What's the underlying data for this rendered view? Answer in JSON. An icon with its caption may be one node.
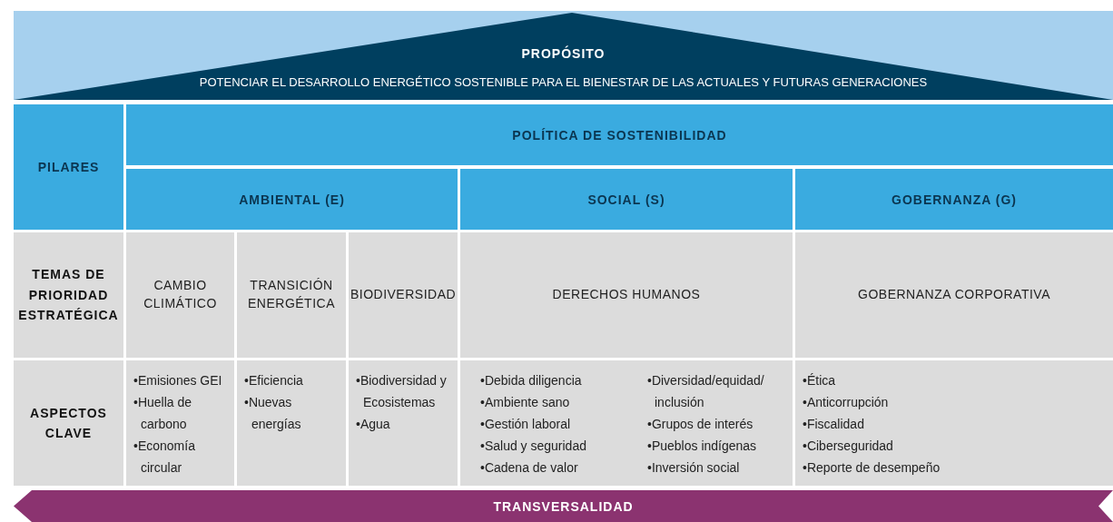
{
  "diagram": {
    "nodes": [
      {
        "text": [
          "PROPÓSITO",
          "POTENCIAR EL DESARROLLO ENERGÉTICO SOSTENIBLE PARA EL BIENESTAR DE LAS ACTUALES Y FUTURAS GENERACIONES"
        ]
      },
      {
        "text": [
          "PILARES"
        ]
      },
      {
        "text": [
          "POLÍTICA DE SOSTENIBILIDAD"
        ]
      },
      {
        "text": [
          "AMBIENTAL (E)"
        ]
      },
      {
        "text": [
          "SOCIAL (S)"
        ]
      },
      {
        "text": [
          "GOBERNANZA (G)"
        ]
      },
      {
        "text": [
          "TEMAS DE PRIORIDAD ESTRATÉGICA"
        ]
      },
      {
        "text": [
          "CAMBIO CLIMÁTICO"
        ]
      },
      {
        "text": [
          "TRANSICIÓN ENERGÉTICA"
        ]
      },
      {
        "text": [
          "BIODIVERSIDAD"
        ]
      },
      {
        "text": [
          "DERECHOS HUMANOS"
        ]
      },
      {
        "text": [
          "GOBERNANZA CORPORATIVA"
        ]
      },
      {
        "text": [
          "ASPECTOS CLAVE"
        ]
      },
      {
        "text": [
          "•Emisiones GEI",
          "•Huella de carbono",
          "•Economía circular"
        ]
      },
      {
        "text": [
          "•Eficiencia",
          "•Nuevas energías"
        ]
      },
      {
        "text": [
          "•Biodiversidad y Ecosistemas",
          "•Agua"
        ]
      },
      {
        "text": [
          "•Debida diligencia",
          "•Ambiente sano",
          "•Gestión laboral",
          "•Salud y seguridad",
          "•Cadena de valor",
          "•Diversidad/equidad/ inclusión",
          "•Grupos de interés",
          "•Pueblos indígenas",
          "•Inversión social"
        ]
      },
      {
        "text": [
          "•Ética",
          "•Anticorrupción",
          "•Fiscalidad",
          "•Ciberseguridad",
          "•Reporte de desempeño"
        ]
      },
      {
        "text": [
          "TRANSVERSALIDAD"
        ]
      }
    ]
  }
}
